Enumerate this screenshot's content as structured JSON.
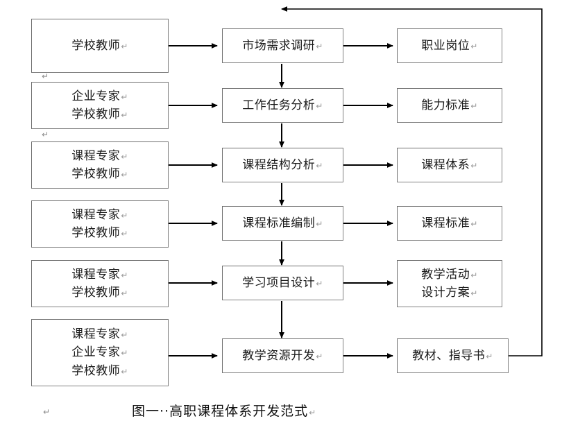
{
  "figure": {
    "caption": "图一··高职课程体系开发范式",
    "caption_pilcrow": "↵",
    "colors": {
      "box_border": "#808080",
      "line": "#000000",
      "text": "#1a1a1a",
      "pilcrow": "#9a9a9a",
      "background": "#ffffff"
    }
  },
  "participants": [
    {
      "id": "p1",
      "lines": [
        "学校教师"
      ]
    },
    {
      "id": "p2",
      "lines": [
        "企业专家",
        "学校教师"
      ]
    },
    {
      "id": "p3",
      "lines": [
        "课程专家",
        "学校教师"
      ]
    },
    {
      "id": "p4",
      "lines": [
        "课程专家",
        "学校教师"
      ]
    },
    {
      "id": "p5",
      "lines": [
        "课程专家",
        "学校教师"
      ]
    },
    {
      "id": "p6",
      "lines": [
        "课程专家",
        "企业专家",
        "学校教师"
      ]
    }
  ],
  "process": [
    {
      "id": "s1",
      "lines": [
        "市场需求调研"
      ]
    },
    {
      "id": "s2",
      "lines": [
        "工作任务分析"
      ]
    },
    {
      "id": "s3",
      "lines": [
        "课程结构分析"
      ]
    },
    {
      "id": "s4",
      "lines": [
        "课程标准编制"
      ]
    },
    {
      "id": "s5",
      "lines": [
        "学习项目设计"
      ]
    },
    {
      "id": "s6",
      "lines": [
        "教学资源开发"
      ]
    }
  ],
  "outputs": [
    {
      "id": "o1",
      "lines": [
        "职业岗位"
      ]
    },
    {
      "id": "o2",
      "lines": [
        "能力标准"
      ]
    },
    {
      "id": "o3",
      "lines": [
        "课程体系"
      ]
    },
    {
      "id": "o4",
      "lines": [
        "课程标准"
      ]
    },
    {
      "id": "o5",
      "lines": [
        "教学活动",
        "设计方案"
      ]
    },
    {
      "id": "o6",
      "lines": [
        "教材、指导书"
      ]
    }
  ],
  "marks": {
    "pilcrow": "↵"
  }
}
